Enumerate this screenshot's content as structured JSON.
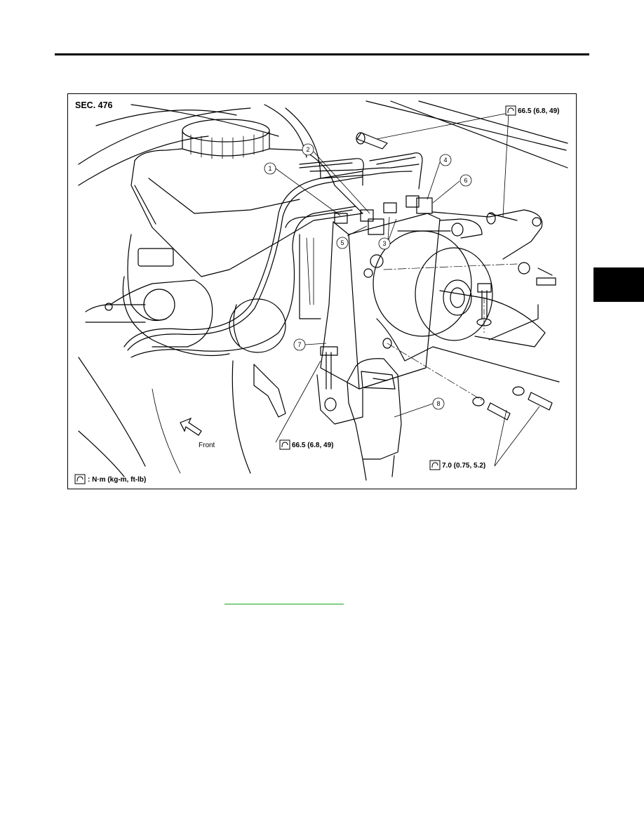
{
  "figure": {
    "section": "SEC. 476",
    "torque_legend": ": N·m (kg-m, ft-lb)",
    "torque_top": "66.5 (6.8, 49)",
    "torque_bottom": "66.5 (6.8, 49)",
    "torque_right": "7.0 (0.75, 5.2)",
    "front_label": "Front",
    "callouts": [
      "1",
      "2",
      "3",
      "4",
      "5",
      "6",
      "7",
      "8"
    ]
  },
  "colors": {
    "rule": "#000000",
    "side_tab": "#000000",
    "link_underline": "#1aa31a"
  },
  "icons": [
    "torque-wrench-icon",
    "front-arrow-icon"
  ]
}
